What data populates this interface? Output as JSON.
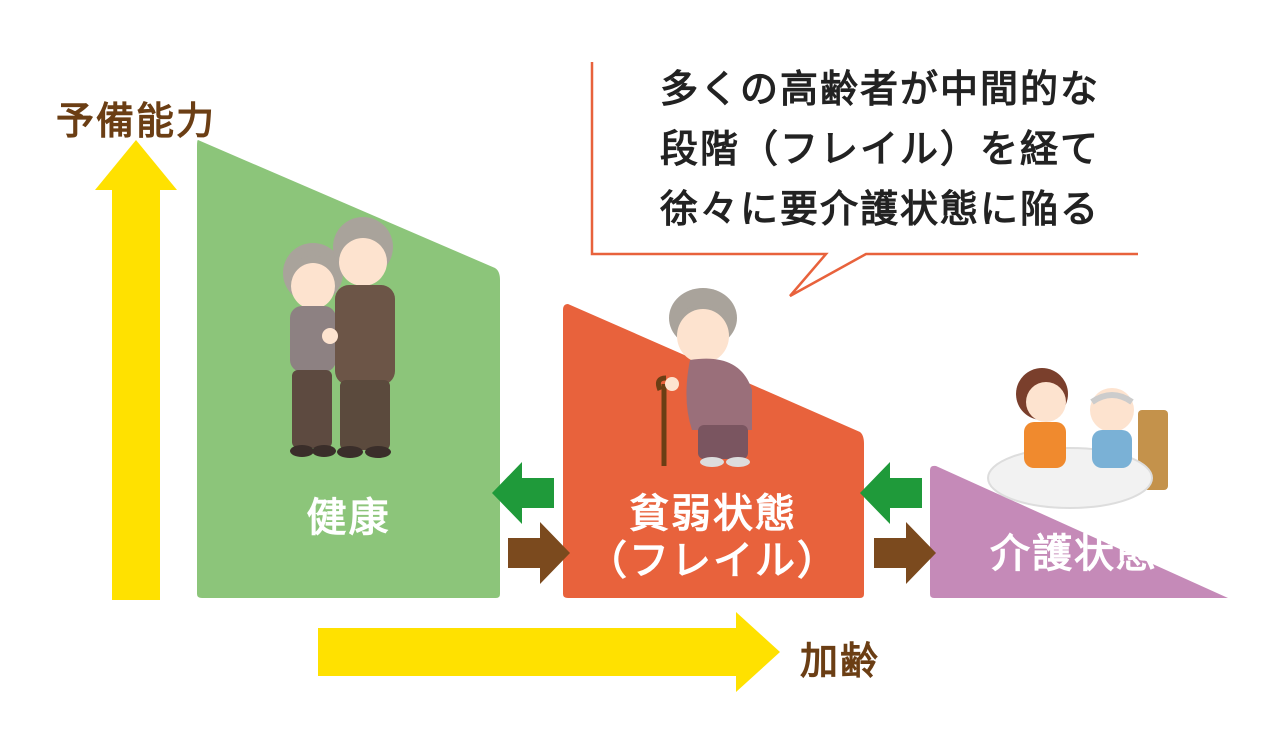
{
  "axis": {
    "y_label": "予備能力",
    "x_label": "加齢"
  },
  "stages": {
    "healthy": "健康",
    "frail_line1": "貧弱状態",
    "frail_line2": "（フレイル）",
    "care": "介護状態"
  },
  "callout": {
    "lines": [
      "多くの高齢者が中間的な",
      "段階（フレイル）を経て",
      "徐々に要介護状態に陥る"
    ]
  },
  "colors": {
    "healthy": "#8cc57a",
    "frail": "#e8623c",
    "care": "#c58ab8",
    "axis_arrow": "#ffe100",
    "forward_arrow": "#7b4a1e",
    "backward_arrow": "#1f9a3a",
    "callout_border": "#e8623c",
    "label_text": "#6b3e14"
  }
}
